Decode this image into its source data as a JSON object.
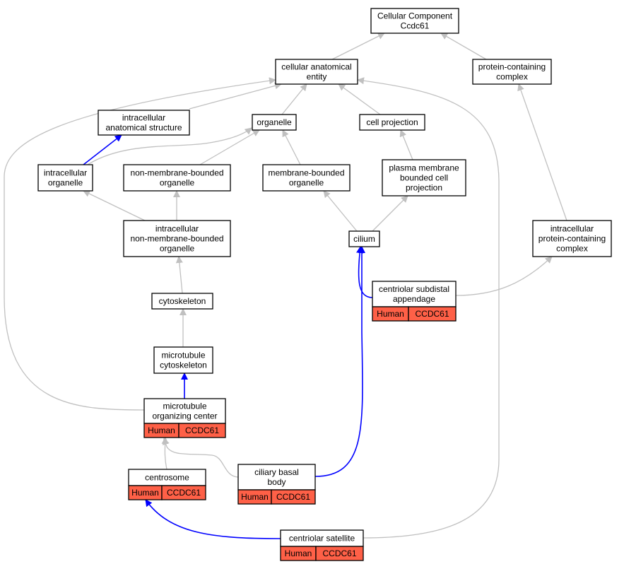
{
  "colors": {
    "edge_is_a": "#c0c0c0",
    "edge_part_of": "#0000ff",
    "annotation_fill": "#fe6047"
  },
  "nodes": {
    "root": {
      "lines": [
        "Cellular Component",
        "Ccdc61"
      ]
    },
    "cae": {
      "lines": [
        "cellular anatomical",
        "entity"
      ]
    },
    "pcc": {
      "lines": [
        "protein-containing",
        "complex"
      ]
    },
    "ias": {
      "lines": [
        "intracellular",
        "anatomical structure"
      ]
    },
    "organelle": {
      "lines": [
        "organelle"
      ]
    },
    "cellproj": {
      "lines": [
        "cell projection"
      ]
    },
    "intorg": {
      "lines": [
        "intracellular",
        "organelle"
      ]
    },
    "nmbo": {
      "lines": [
        "non-membrane-bounded",
        "organelle"
      ]
    },
    "mbo": {
      "lines": [
        "membrane-bounded",
        "organelle"
      ]
    },
    "pmbcp": {
      "lines": [
        "plasma membrane",
        "bounded cell",
        "projection"
      ]
    },
    "inmbo": {
      "lines": [
        "intracellular",
        "non-membrane-bounded",
        "organelle"
      ]
    },
    "cilium": {
      "lines": [
        "cilium"
      ]
    },
    "ipcc": {
      "lines": [
        "intracellular",
        "protein-containing",
        "complex"
      ]
    },
    "csa": {
      "lines": [
        "centriolar subdistal",
        "appendage"
      ],
      "annotation": [
        "Human",
        "CCDC61"
      ]
    },
    "cytoskeleton": {
      "lines": [
        "cytoskeleton"
      ]
    },
    "mtcyto": {
      "lines": [
        "microtubule",
        "cytoskeleton"
      ]
    },
    "mtoc": {
      "lines": [
        "microtubule",
        "organizing center"
      ],
      "annotation": [
        "Human",
        "CCDC61"
      ]
    },
    "centrosome": {
      "lines": [
        "centrosome"
      ],
      "annotation": [
        "Human",
        "CCDC61"
      ]
    },
    "cbb": {
      "lines": [
        "ciliary basal",
        "body"
      ],
      "annotation": [
        "Human",
        "CCDC61"
      ]
    },
    "csat": {
      "lines": [
        "centriolar satellite"
      ],
      "annotation": [
        "Human",
        "CCDC61"
      ]
    }
  },
  "edges": [
    {
      "from": "cae",
      "to": "root",
      "type": "is_a"
    },
    {
      "from": "pcc",
      "to": "root",
      "type": "is_a"
    },
    {
      "from": "ias",
      "to": "cae",
      "type": "is_a"
    },
    {
      "from": "organelle",
      "to": "cae",
      "type": "is_a"
    },
    {
      "from": "cellproj",
      "to": "cae",
      "type": "is_a"
    },
    {
      "from": "intorg",
      "to": "ias",
      "type": "part_of"
    },
    {
      "from": "intorg",
      "to": "organelle",
      "type": "is_a"
    },
    {
      "from": "nmbo",
      "to": "organelle",
      "type": "is_a"
    },
    {
      "from": "mbo",
      "to": "organelle",
      "type": "is_a"
    },
    {
      "from": "pmbcp",
      "to": "cellproj",
      "type": "is_a"
    },
    {
      "from": "inmbo",
      "to": "intorg",
      "type": "is_a"
    },
    {
      "from": "inmbo",
      "to": "nmbo",
      "type": "is_a"
    },
    {
      "from": "cilium",
      "to": "mbo",
      "type": "is_a"
    },
    {
      "from": "cilium",
      "to": "pmbcp",
      "type": "is_a"
    },
    {
      "from": "ipcc",
      "to": "pcc",
      "type": "is_a"
    },
    {
      "from": "csa",
      "to": "cilium",
      "type": "part_of"
    },
    {
      "from": "csa",
      "to": "ipcc",
      "type": "is_a"
    },
    {
      "from": "cytoskeleton",
      "to": "inmbo",
      "type": "is_a"
    },
    {
      "from": "mtcyto",
      "to": "cytoskeleton",
      "type": "is_a"
    },
    {
      "from": "mtoc",
      "to": "mtcyto",
      "type": "part_of"
    },
    {
      "from": "mtoc",
      "to": "cae",
      "type": "is_a"
    },
    {
      "from": "centrosome",
      "to": "mtoc",
      "type": "is_a"
    },
    {
      "from": "cbb",
      "to": "mtoc",
      "type": "is_a"
    },
    {
      "from": "cbb",
      "to": "cilium",
      "type": "part_of"
    },
    {
      "from": "csat",
      "to": "centrosome",
      "type": "part_of"
    },
    {
      "from": "csat",
      "to": "cae",
      "type": "is_a"
    }
  ]
}
